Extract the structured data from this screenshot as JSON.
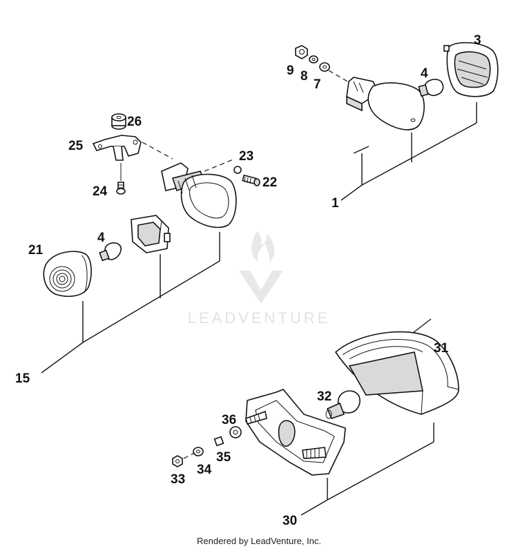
{
  "callouts": {
    "c1": "1",
    "c3": "3",
    "c4a": "4",
    "c7": "7",
    "c8": "8",
    "c9": "9",
    "c15": "15",
    "c21": "21",
    "c4b": "4",
    "c22": "22",
    "c23": "23",
    "c24": "24",
    "c25": "25",
    "c26": "26",
    "c30": "30",
    "c31": "31",
    "c32": "32",
    "c33": "33",
    "c34": "34",
    "c35": "35",
    "c36": "36"
  },
  "watermark": "LEADVENTURE",
  "footer": "Rendered by LeadVenture, Inc."
}
